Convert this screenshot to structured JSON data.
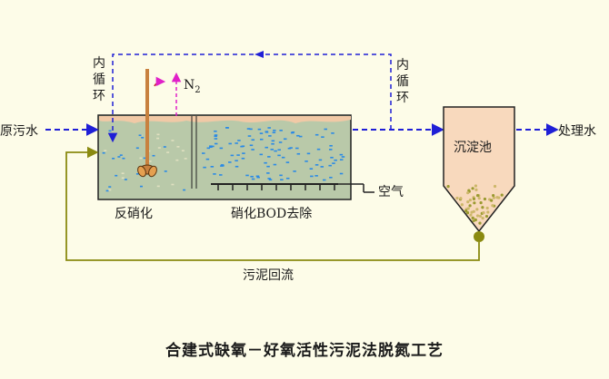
{
  "diagram": {
    "title": "合建式缺氧－好氧活性污泥法脱氮工艺",
    "labels": {
      "influent": "原污水",
      "effluent": "处理水",
      "recycle_left": [
        "内",
        "循",
        "环"
      ],
      "recycle_right": [
        "内",
        "循",
        "环"
      ],
      "n2": "N",
      "n2_sub": "2",
      "denitrification": "反硝化",
      "nitrification": "硝化BOD去除",
      "air": "空气",
      "clarifier": "沉淀池",
      "sludge_return": "污泥回流"
    },
    "colors": {
      "water_flow": "#1f1fd6",
      "n2_arrow": "#e020c8",
      "sludge_line": "#8a8a10",
      "tank_water": "#b9c9a9",
      "water_surface": "#f1c9a6",
      "sludge_dots": "#e8d79a",
      "bubbles": "#2a8ae6",
      "mixer": "#c8813f",
      "clarifier_fill": "#f8d9bd"
    }
  }
}
